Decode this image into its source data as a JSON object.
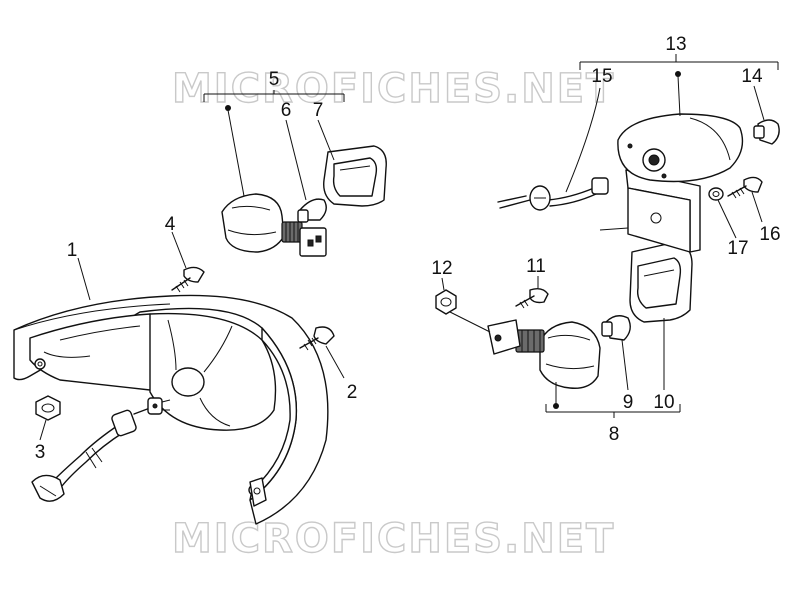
{
  "watermark": {
    "text": "MICROFICHES.NET"
  },
  "callouts": {
    "c1": "1",
    "c2": "2",
    "c3": "3",
    "c4": "4",
    "c5": "5",
    "c6": "6",
    "c7": "7",
    "c8": "8",
    "c9": "9",
    "c10": "10",
    "c11": "11",
    "c12": "12",
    "c13": "13",
    "c14": "14",
    "c15": "15",
    "c16": "16",
    "c17": "17"
  },
  "icons": {
    "rear_light": "rear-light-housing",
    "turn_signal_left": "turn-signal-assembly",
    "turn_signal_right": "turn-signal-assembly",
    "plate_light": "license-plate-light",
    "bulb": "bulb",
    "screw": "screw",
    "nut": "hex-nut"
  }
}
